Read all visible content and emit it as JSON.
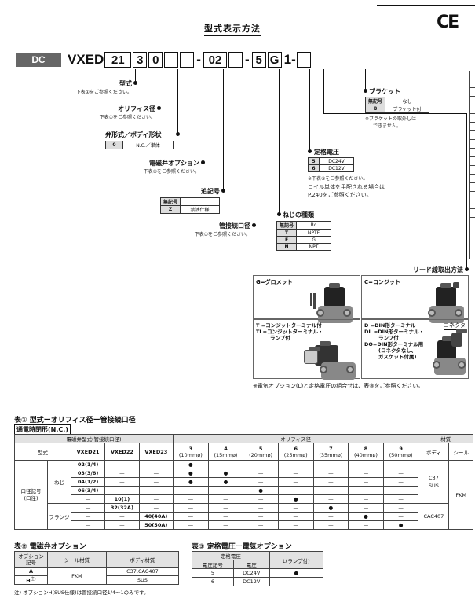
{
  "header": {
    "title": "型式表示方法",
    "ce_mark": "CE"
  },
  "code": {
    "prefix": "DC",
    "series": "VXED",
    "model_value": "21",
    "orifice_value": "3",
    "body_value": "0",
    "sep1": "-",
    "port_value": "02",
    "sep2": "-",
    "voltage_value": "5",
    "lead_value": "G",
    "tail": "1-"
  },
  "labels": {
    "model": {
      "title": "型式",
      "note": "下表①をご参照ください。"
    },
    "orifice": {
      "title": "オリフィス径",
      "note": "下表①をご参照ください。"
    },
    "body": {
      "title": "弁形式／ボディ形状",
      "code": "0",
      "desc": "N.C.／単体"
    },
    "valve_option": {
      "title": "電磁弁オプション",
      "note": "下表②をご参照ください。"
    },
    "suffix": {
      "title": "追記号",
      "h1": "無記号",
      "h2": "",
      "code": "Z",
      "desc": "禁油仕様"
    },
    "port": {
      "title": "管接続口径",
      "note": "下表①をご参照ください。"
    },
    "thread": {
      "title": "ねじの種類",
      "rows": [
        {
          "code": "無記号",
          "desc": "Rc"
        },
        {
          "code": "T",
          "desc": "NPTF"
        },
        {
          "code": "F",
          "desc": "G"
        },
        {
          "code": "N",
          "desc": "NPT"
        }
      ]
    },
    "voltage": {
      "title": "定格電圧",
      "rows": [
        {
          "code": "5",
          "desc": "DC24V"
        },
        {
          "code": "6",
          "desc": "DC12V"
        }
      ],
      "note1": "※下表③をご参照ください。",
      "note2": "コイル単体を手配される場合は",
      "note3": "P.240をご参照ください。"
    },
    "bracket": {
      "title": "ブラケット",
      "rows": [
        {
          "code": "無記号",
          "desc": "なし"
        },
        {
          "code": "B",
          "desc": "ブラケット付"
        }
      ],
      "note1": "※ブラケットの取外しは",
      "note2": "できません。"
    },
    "lead": {
      "title": "リード線取出方法"
    }
  },
  "lead_options": {
    "g": "G=グロメット",
    "c": "C=コンジット",
    "t": "T =コンジットターミナル付",
    "tl1": "TL=コンジットターミナル・",
    "tl2": "ランプ付",
    "d": "D =DIN形ターミナル",
    "dl1": "DL =DIN形ターミナル・",
    "dl2": "ランプ付",
    "do1": "DO=DIN形ターミナル用",
    "do2": "(コネクタなし、",
    "do3": "ガスケット付属)",
    "connector": "コネクタ",
    "footnote": "※電気オプション(L)と定格電圧の組合せは、表③をご参照ください。"
  },
  "table1": {
    "title": "表① 型式ーオリフィス径ー管接続口径",
    "subtitle": "通電時閉形(N.C.)",
    "h_model_group": "電磁弁型式(管接続口径)",
    "h_model": "型式",
    "models": [
      "VXED21",
      "VXED22",
      "VXED23"
    ],
    "h_orifice": "オリフィス径",
    "orifices": [
      {
        "n": "3",
        "mm": "(10mmø)"
      },
      {
        "n": "4",
        "mm": "(15mmø)"
      },
      {
        "n": "5",
        "mm": "(20mmø)"
      },
      {
        "n": "6",
        "mm": "(25mmø)"
      },
      {
        "n": "7",
        "mm": "(35mmø)"
      },
      {
        "n": "8",
        "mm": "(40mmø)"
      },
      {
        "n": "9",
        "mm": "(50mmø)"
      }
    ],
    "h_material": "材質",
    "h_body": "ボディ",
    "h_seal": "シール",
    "port_label1": "口径記号",
    "port_label2": "(口径)",
    "thread_label": "ねじ",
    "flange_label": "フランジ",
    "body_mat1": "C37",
    "body_mat2": "SUS",
    "body_mat3": "CAC407",
    "seal_mat": "FKM",
    "rows": [
      {
        "c": [
          "02(1/4)",
          "—",
          "—"
        ],
        "o": [
          "●",
          "—",
          "—",
          "—",
          "—",
          "—",
          "—"
        ]
      },
      {
        "c": [
          "03(3/8)",
          "—",
          "—"
        ],
        "o": [
          "●",
          "●",
          "—",
          "—",
          "—",
          "—",
          "—"
        ]
      },
      {
        "c": [
          "04(1/2)",
          "—",
          "—"
        ],
        "o": [
          "●",
          "●",
          "—",
          "—",
          "—",
          "—",
          "—"
        ]
      },
      {
        "c": [
          "06(3/4)",
          "—",
          "—"
        ],
        "o": [
          "—",
          "—",
          "●",
          "—",
          "—",
          "—",
          "—"
        ]
      },
      {
        "c": [
          "—",
          "10(1)",
          "—"
        ],
        "o": [
          "—",
          "—",
          "—",
          "●",
          "—",
          "—",
          "—"
        ]
      },
      {
        "c": [
          "—",
          "32(32A)",
          "—"
        ],
        "o": [
          "—",
          "—",
          "—",
          "—",
          "●",
          "—",
          "—"
        ]
      },
      {
        "c": [
          "—",
          "—",
          "40(40A)"
        ],
        "o": [
          "—",
          "—",
          "—",
          "—",
          "—",
          "●",
          "—"
        ]
      },
      {
        "c": [
          "—",
          "—",
          "50(50A)"
        ],
        "o": [
          "—",
          "—",
          "—",
          "—",
          "—",
          "—",
          "●"
        ]
      }
    ]
  },
  "table2": {
    "title": "表② 電磁弁オプション",
    "h1a": "オプション",
    "h1b": "記号",
    "h2": "シール材質",
    "h3": "ボディ材質",
    "rows": [
      {
        "code": "A",
        "mat": "C37,CAC407"
      },
      {
        "code": "H",
        "sup": "注)",
        "mat": "SUS"
      }
    ],
    "seal": "FKM",
    "note": "注) オプションH(SUS仕様)は管接続口径1/4〜1のみです。"
  },
  "table3": {
    "title": "表③ 定格電圧ー電気オプション",
    "h_group": "定格電圧",
    "h_code": "電圧記号",
    "h_volt": "電圧",
    "h_lamp": "L(ランプ付)",
    "rows": [
      {
        "code": "5",
        "volt": "DC24V",
        "lamp": "●"
      },
      {
        "code": "6",
        "volt": "DC12V",
        "lamp": "—"
      }
    ]
  }
}
